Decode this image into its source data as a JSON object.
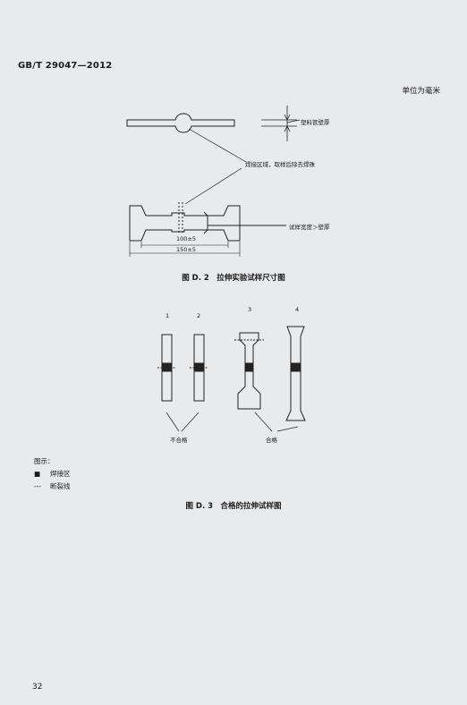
{
  "header": {
    "standard_code": "GB/T 29047—2012",
    "unit_note": "单位为毫米"
  },
  "figure_d2": {
    "label_wall": "塑料管壁厚",
    "label_weld": "焊接区域，取样后除去焊珠",
    "label_width": "试样宽度＞壁厚",
    "dim_inner": "100±5",
    "dim_outer": "150±5",
    "caption": "图 D. 2　拉伸实验试样尺寸图"
  },
  "figure_d3": {
    "specimen_numbers": [
      "1",
      "2",
      "3",
      "4"
    ],
    "label_fail": "不合格",
    "label_pass": "合格",
    "legend_title": "图示：",
    "legend_items": [
      {
        "icon": "filled-square-icon",
        "label": "焊接区"
      },
      {
        "icon": "dashed-line-icon",
        "label": "断裂线"
      }
    ],
    "caption": "图 D. 3　合格的拉伸试样图"
  },
  "footer": {
    "page_number": "32"
  }
}
